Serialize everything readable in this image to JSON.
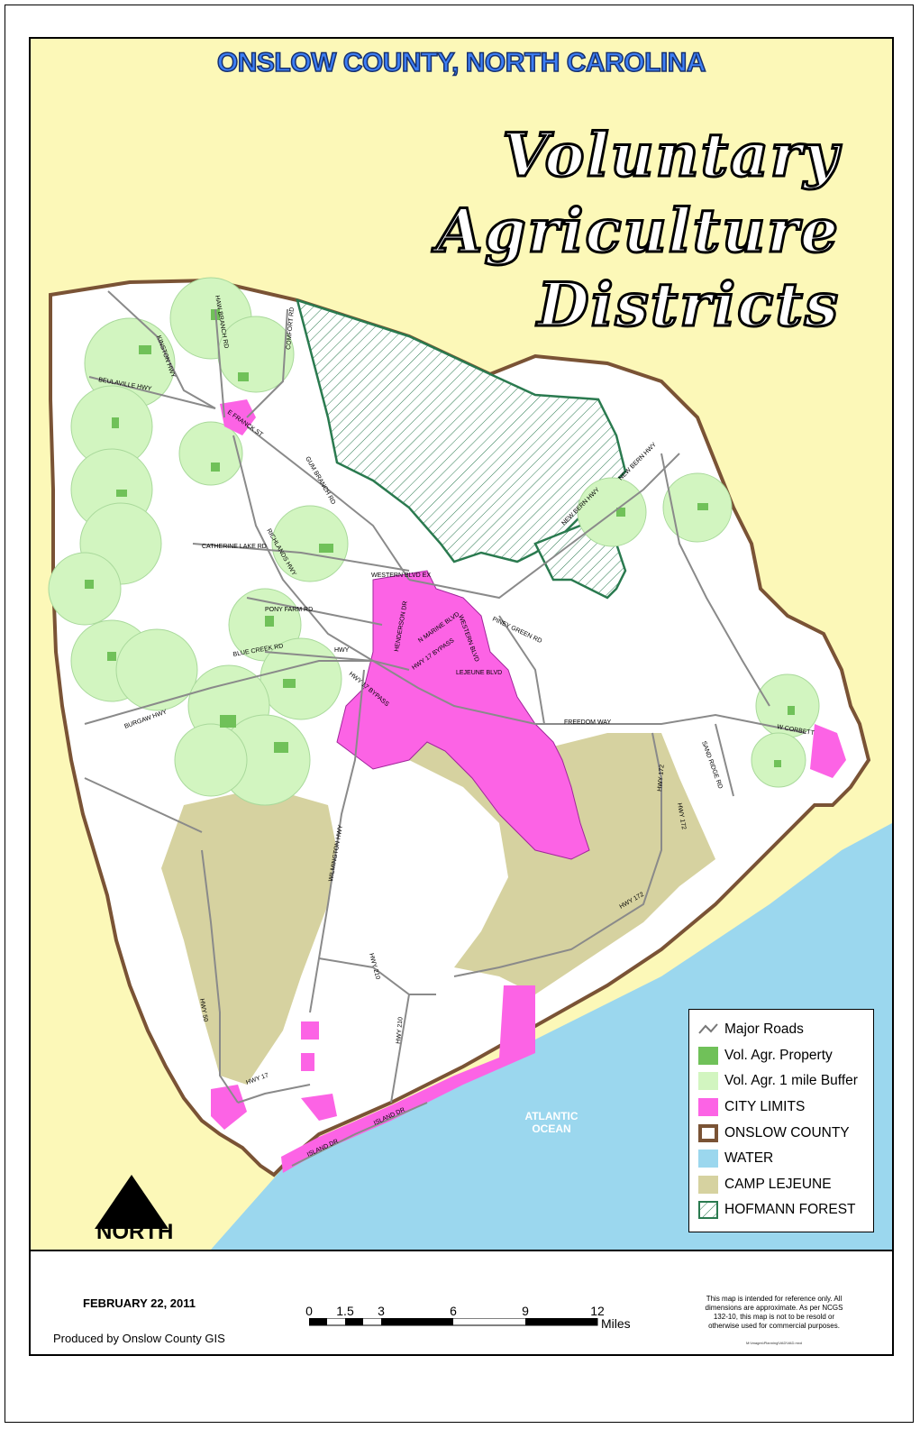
{
  "map": {
    "county_title": "ONSLOW COUNTY, NORTH CAROLINA",
    "title_lines": [
      "Voluntary",
      "Agriculture",
      "Districts"
    ],
    "north_label": "NORTH",
    "ocean_label_line1": "ATLANTIC",
    "ocean_label_line2": "OCEAN",
    "road_labels": {
      "kinston": "KINSTON HWY",
      "haw_branch": "HAW BRANCH RD",
      "comfort": "COMFORT RD",
      "beulaville": "BEULAVILLE HWY",
      "ne_franck": "E FRANCK ST",
      "gum_branch": "GUM BRANCH RD",
      "richlands": "RICHLANDS HWY",
      "catherine": "CATHERINE LAKE RD",
      "western_blvd_ex": "WESTERN BLVD EX",
      "pony_farm": "PONY FARM RD",
      "henderson": "HENDERSON DR",
      "n_marine": "N MARINE BLVD",
      "western_blvd": "WESTERN BLVD",
      "piney_green": "PINEY GREEN RD",
      "new_bern_1": "NEW BERN HWY",
      "new_bern_2": "NEW BERN HWY",
      "blue_creek": "BLUE CREEK RD",
      "hwy17_bypass": "HWY 17 BYPASS",
      "hwy17_bypass2": "HWY 17 BYPASS",
      "hwy": "HWY",
      "lejeune": "LEJEUNE BLVD",
      "burgaw": "BURGAW HWY",
      "freedom": "FREEDOM WAY",
      "w_corbett": "W CORBETT",
      "sand_ridge": "SAND RIDGE RD",
      "hwy172a": "HWY 172",
      "hwy172b": "HWY 172",
      "hwy172c": "HWY 172",
      "wilmington": "WILMINGTON HWY",
      "hwy210a": "HWY 210",
      "hwy210b": "HWY 210",
      "hwy50": "HWY 50",
      "hwy17s": "HWY 17",
      "island_dr1": "ISLAND DR",
      "island_dr2": "ISLAND DR"
    }
  },
  "legend": {
    "items": [
      {
        "label": "Major Roads",
        "kind": "road"
      },
      {
        "label": "Vol. Agr. Property",
        "kind": "property",
        "color": "#70c159"
      },
      {
        "label": "Vol. Agr. 1 mile Buffer",
        "kind": "buffer",
        "color": "#d2f5c0"
      },
      {
        "label": "CITY LIMITS",
        "kind": "city",
        "color": "#fc63e5"
      },
      {
        "label": "ONSLOW COUNTY",
        "kind": "county",
        "color": "#7a5335"
      },
      {
        "label": "WATER",
        "kind": "water",
        "color": "#9bd7ee"
      },
      {
        "label": "CAMP LEJEUNE",
        "kind": "camp",
        "color": "#d6d2a0"
      },
      {
        "label": "HOFMANN FOREST",
        "kind": "forest",
        "color": "#2a7a4f"
      }
    ]
  },
  "footer": {
    "date": "FEBRUARY 22, 2011",
    "producer": "Produced by Onslow County GIS",
    "scale_ticks": [
      "0",
      "1.5",
      "3",
      "6",
      "9",
      "12"
    ],
    "scale_units": "Miles",
    "disclaimer": "This map is intended for reference only. All dimensions are approximate. As per NCGS 132-10, this map is not to be resold or otherwise used for commercial purposes.",
    "file_path": "M:\\Images\\Planning\\VAD\\VAD.mxd"
  }
}
